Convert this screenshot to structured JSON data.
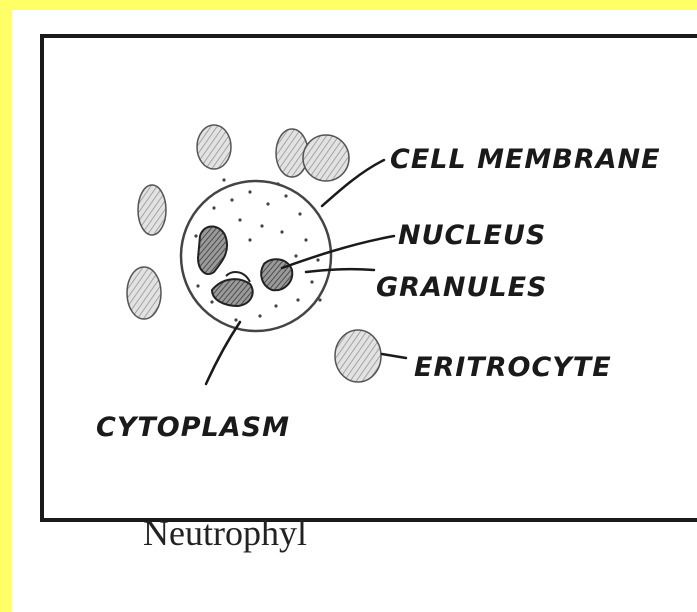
{
  "diagram": {
    "labels": {
      "cell_membrane": "CELL MEMBRANE",
      "nucleus": "NUCLEUS",
      "granules": "GRANULES",
      "eritrocyte": "ERITROCYTE",
      "cytoplasm": "CYTOPLASM"
    },
    "caption": "Neutrophyl"
  },
  "colors": {
    "background": "#ffff66",
    "paper": "#ffffff",
    "ink": "#1a1a1a",
    "shading": "#c8c8c8"
  }
}
